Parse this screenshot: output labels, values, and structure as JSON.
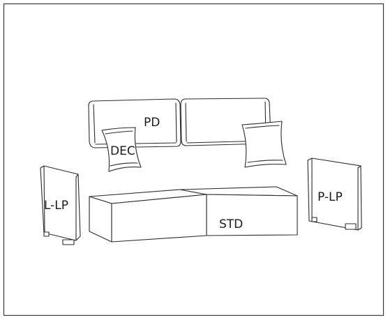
{
  "diagram": {
    "labels": {
      "back_cushion": "PD",
      "decor_pillow": "DEC",
      "left_armrest": "L-LP",
      "right_armrest": "P-LP",
      "seat_module": "STD"
    }
  },
  "colors": {
    "stroke": "#2a2a2a",
    "border": "#3a3a3a",
    "background": "#ffffff"
  }
}
